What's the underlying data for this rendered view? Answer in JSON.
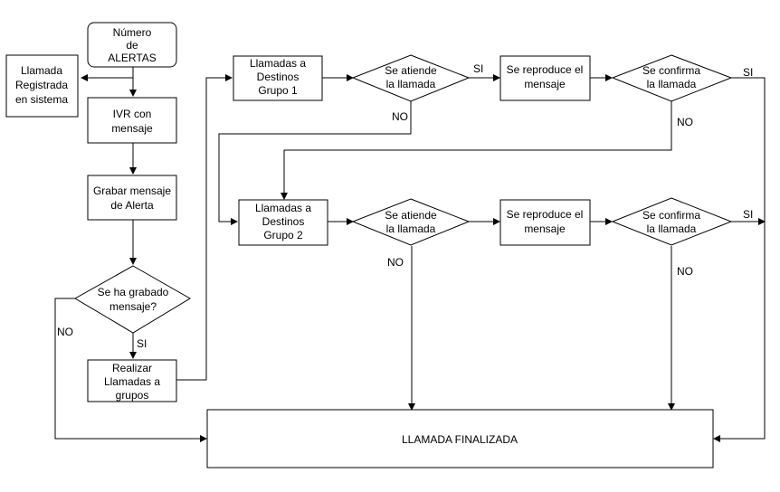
{
  "nodes": {
    "numero_alertas": [
      "Número",
      "de",
      "ALERTAS"
    ],
    "llamada_registrada": [
      "Llamada",
      "Registrada",
      "en sistema"
    ],
    "ivr": [
      "IVR con",
      "mensaje"
    ],
    "grabar": [
      "Grabar mensaje",
      "de Alerta"
    ],
    "grabado_q": [
      "Se ha grabado",
      "mensaje?"
    ],
    "realizar": [
      "Realizar",
      "Llamadas a",
      "grupos"
    ],
    "destinos1": [
      "Llamadas a",
      "Destinos",
      "Grupo 1"
    ],
    "atiende1": [
      "Se atiende",
      "la llamada"
    ],
    "reproduce1": [
      "Se reproduce el",
      "mensaje"
    ],
    "confirma1": [
      "Se confirma",
      "la llamada"
    ],
    "destinos2": [
      "Llamadas a",
      "Destinos",
      "Grupo 2"
    ],
    "atiende2": [
      "Se atiende",
      "la llamada"
    ],
    "reproduce2": [
      "Se reproduce el",
      "mensaje"
    ],
    "confirma2": [
      "Se confirma",
      "la llamada"
    ],
    "finalizada": [
      "LLAMADA FINALIZADA"
    ]
  },
  "edge_labels": {
    "si": "SI",
    "no": "NO"
  }
}
